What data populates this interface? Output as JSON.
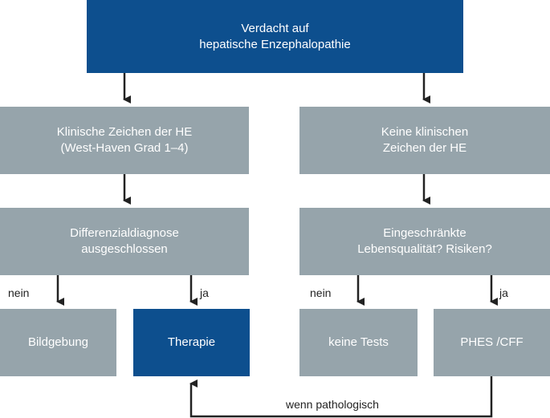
{
  "nodes": {
    "suspicion": "Verdacht auf\nhepatische Enzephalopathie",
    "clinical_signs": "Klinische Zeichen der HE\n(West-Haven Grad 1–4)",
    "no_clinical_signs": "Keine klinischen\nZeichen der HE",
    "differential": "Differenzialdiagnose\nausgeschlossen",
    "quality_of_life": "Eingeschränkte\nLebensqualität? Risiken?",
    "imaging": "Bildgebung",
    "therapy": "Therapie",
    "no_tests": "keine Tests",
    "phes_cff": "PHES /CFF"
  },
  "edges": {
    "diff_no": "nein",
    "diff_yes": "ja",
    "qol_no": "nein",
    "qol_yes": "ja",
    "feedback": "wenn pathologisch"
  },
  "colors": {
    "primary_blue": "#0d4f8e",
    "grey_box": "#96a4ab",
    "arrow": "#222222"
  }
}
